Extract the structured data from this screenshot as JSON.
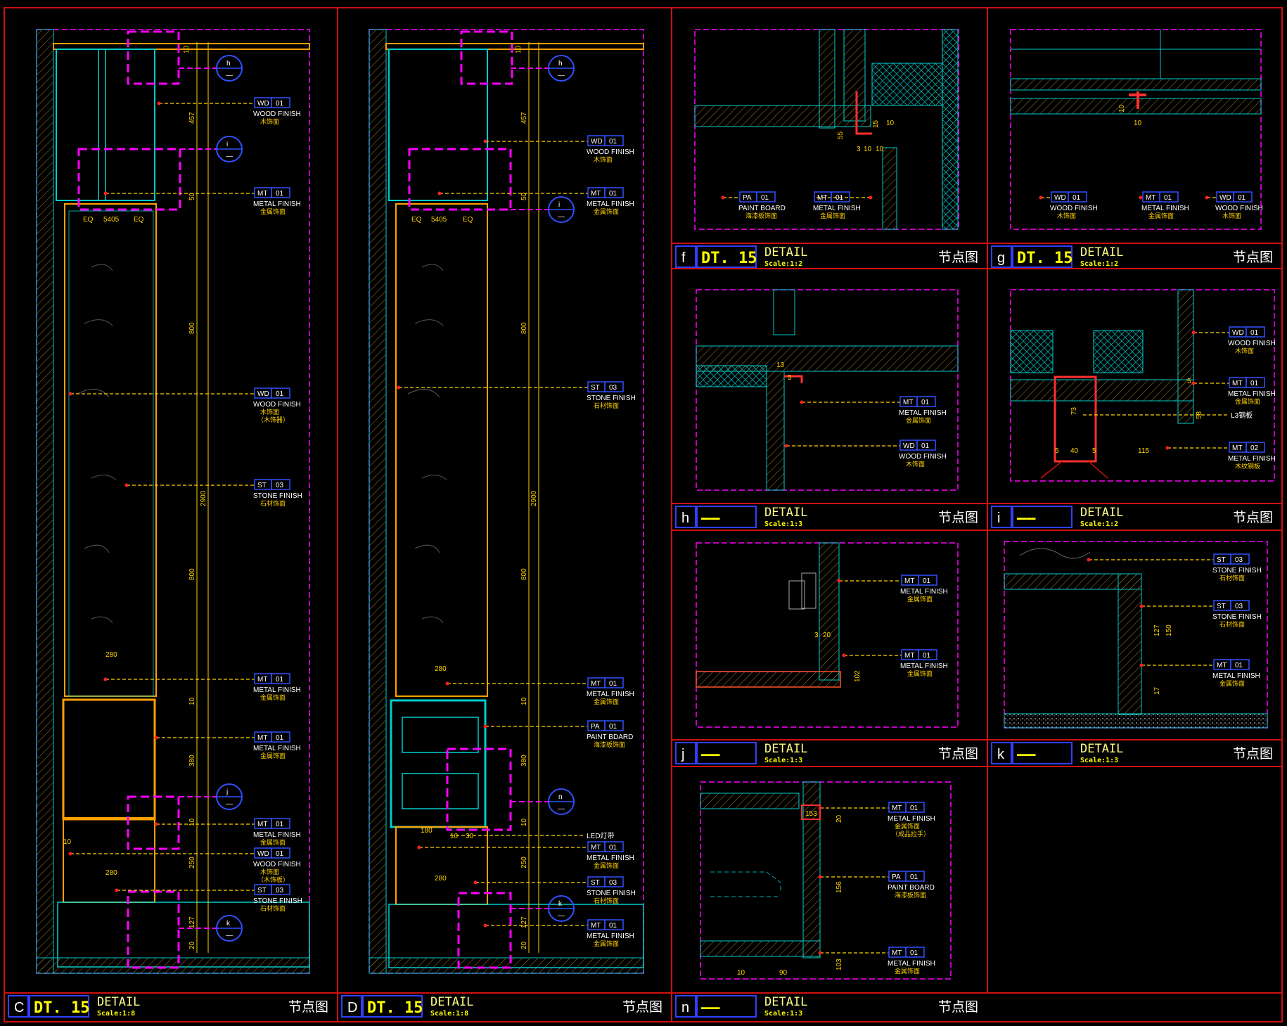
{
  "title_blocks": {
    "C": {
      "letter": "C",
      "code": "DT. 15",
      "detail": "DETAIL",
      "scale": "Scale:1:8",
      "cn": "节点图"
    },
    "D": {
      "letter": "D",
      "code": "DT. 15",
      "detail": "DETAIL",
      "scale": "Scale:1:8",
      "cn": "节点图"
    },
    "f": {
      "letter": "f",
      "code": "DT. 15",
      "detail": "DETAIL",
      "scale": "Scale:1:2",
      "cn": "节点图"
    },
    "g": {
      "letter": "g",
      "code": "DT. 15",
      "detail": "DETAIL",
      "scale": "Scale:1:2",
      "cn": "节点图"
    },
    "h": {
      "letter": "h",
      "code": "——",
      "detail": "DETAIL",
      "scale": "Scale:1:3",
      "cn": "节点图"
    },
    "i": {
      "letter": "i",
      "code": "——",
      "detail": "DETAIL",
      "scale": "Scale:1:2",
      "cn": "节点图"
    },
    "j": {
      "letter": "j",
      "code": "——",
      "detail": "DETAIL",
      "scale": "Scale:1:3",
      "cn": "节点图"
    },
    "k": {
      "letter": "k",
      "code": "——",
      "detail": "DETAIL",
      "scale": "Scale:1:3",
      "cn": "节点图"
    },
    "n": {
      "letter": "n",
      "code": "——",
      "detail": "DETAIL",
      "scale": "Scale:1:3",
      "cn": "节点图"
    }
  },
  "section_marks": {
    "h": "h",
    "i": "i",
    "j": "j",
    "k": "k",
    "n": "n",
    "dash": "—"
  },
  "finishes": {
    "wd01": {
      "tag": "WD",
      "num": "01",
      "name": "WOOD FINISH",
      "cn": "木饰面"
    },
    "mt01": {
      "tag": "MT",
      "num": "01",
      "name": "METAL FINISH",
      "cn": "金属饰面"
    },
    "mt02": {
      "tag": "MT",
      "num": "02",
      "name": "METAL FINISH",
      "cn": "木纹钢板"
    },
    "st03": {
      "tag": "ST",
      "num": "03",
      "name": "STONE FINISH",
      "cn": "石材饰面"
    },
    "pa01": {
      "tag": "PA",
      "num": "01",
      "name": "PAINT BOARD",
      "cn": "海漆板饰面"
    },
    "pa01b": {
      "tag": "PA",
      "num": "01",
      "name": "PAINT BDARD",
      "cn": "海漆板饰面"
    }
  },
  "extra_notes": {
    "wd_note1": "（木饰器）",
    "wd_note2": "（木饰板）",
    "mt_note": "（成品拉手）",
    "led": "LED灯带",
    "l3": "L3钢板"
  },
  "dims": {
    "c_10": "10",
    "c_457": "457",
    "c_50": "50",
    "c_eq": "EQ",
    "c_5405": "5405",
    "c_800": "800",
    "c_2900": "2900",
    "c_280": "280",
    "c_380": "380",
    "c_250": "250",
    "c_127": "127",
    "c_20": "20",
    "d_180": "180",
    "d_30": "30",
    "f_55": "55",
    "f_15": "15",
    "f_10": "10",
    "f_3": "3",
    "h_13": "13",
    "h_5": "5",
    "i_73": "73",
    "i_58": "58",
    "i_40": "40",
    "i_115": "115",
    "j_20": "20",
    "j_102": "102",
    "j_3": "3",
    "k_127": "127",
    "k_150": "150",
    "k_17": "17",
    "n_153": "153",
    "n_20": "20",
    "n_156": "156",
    "n_90": "90",
    "n_103": "103"
  }
}
